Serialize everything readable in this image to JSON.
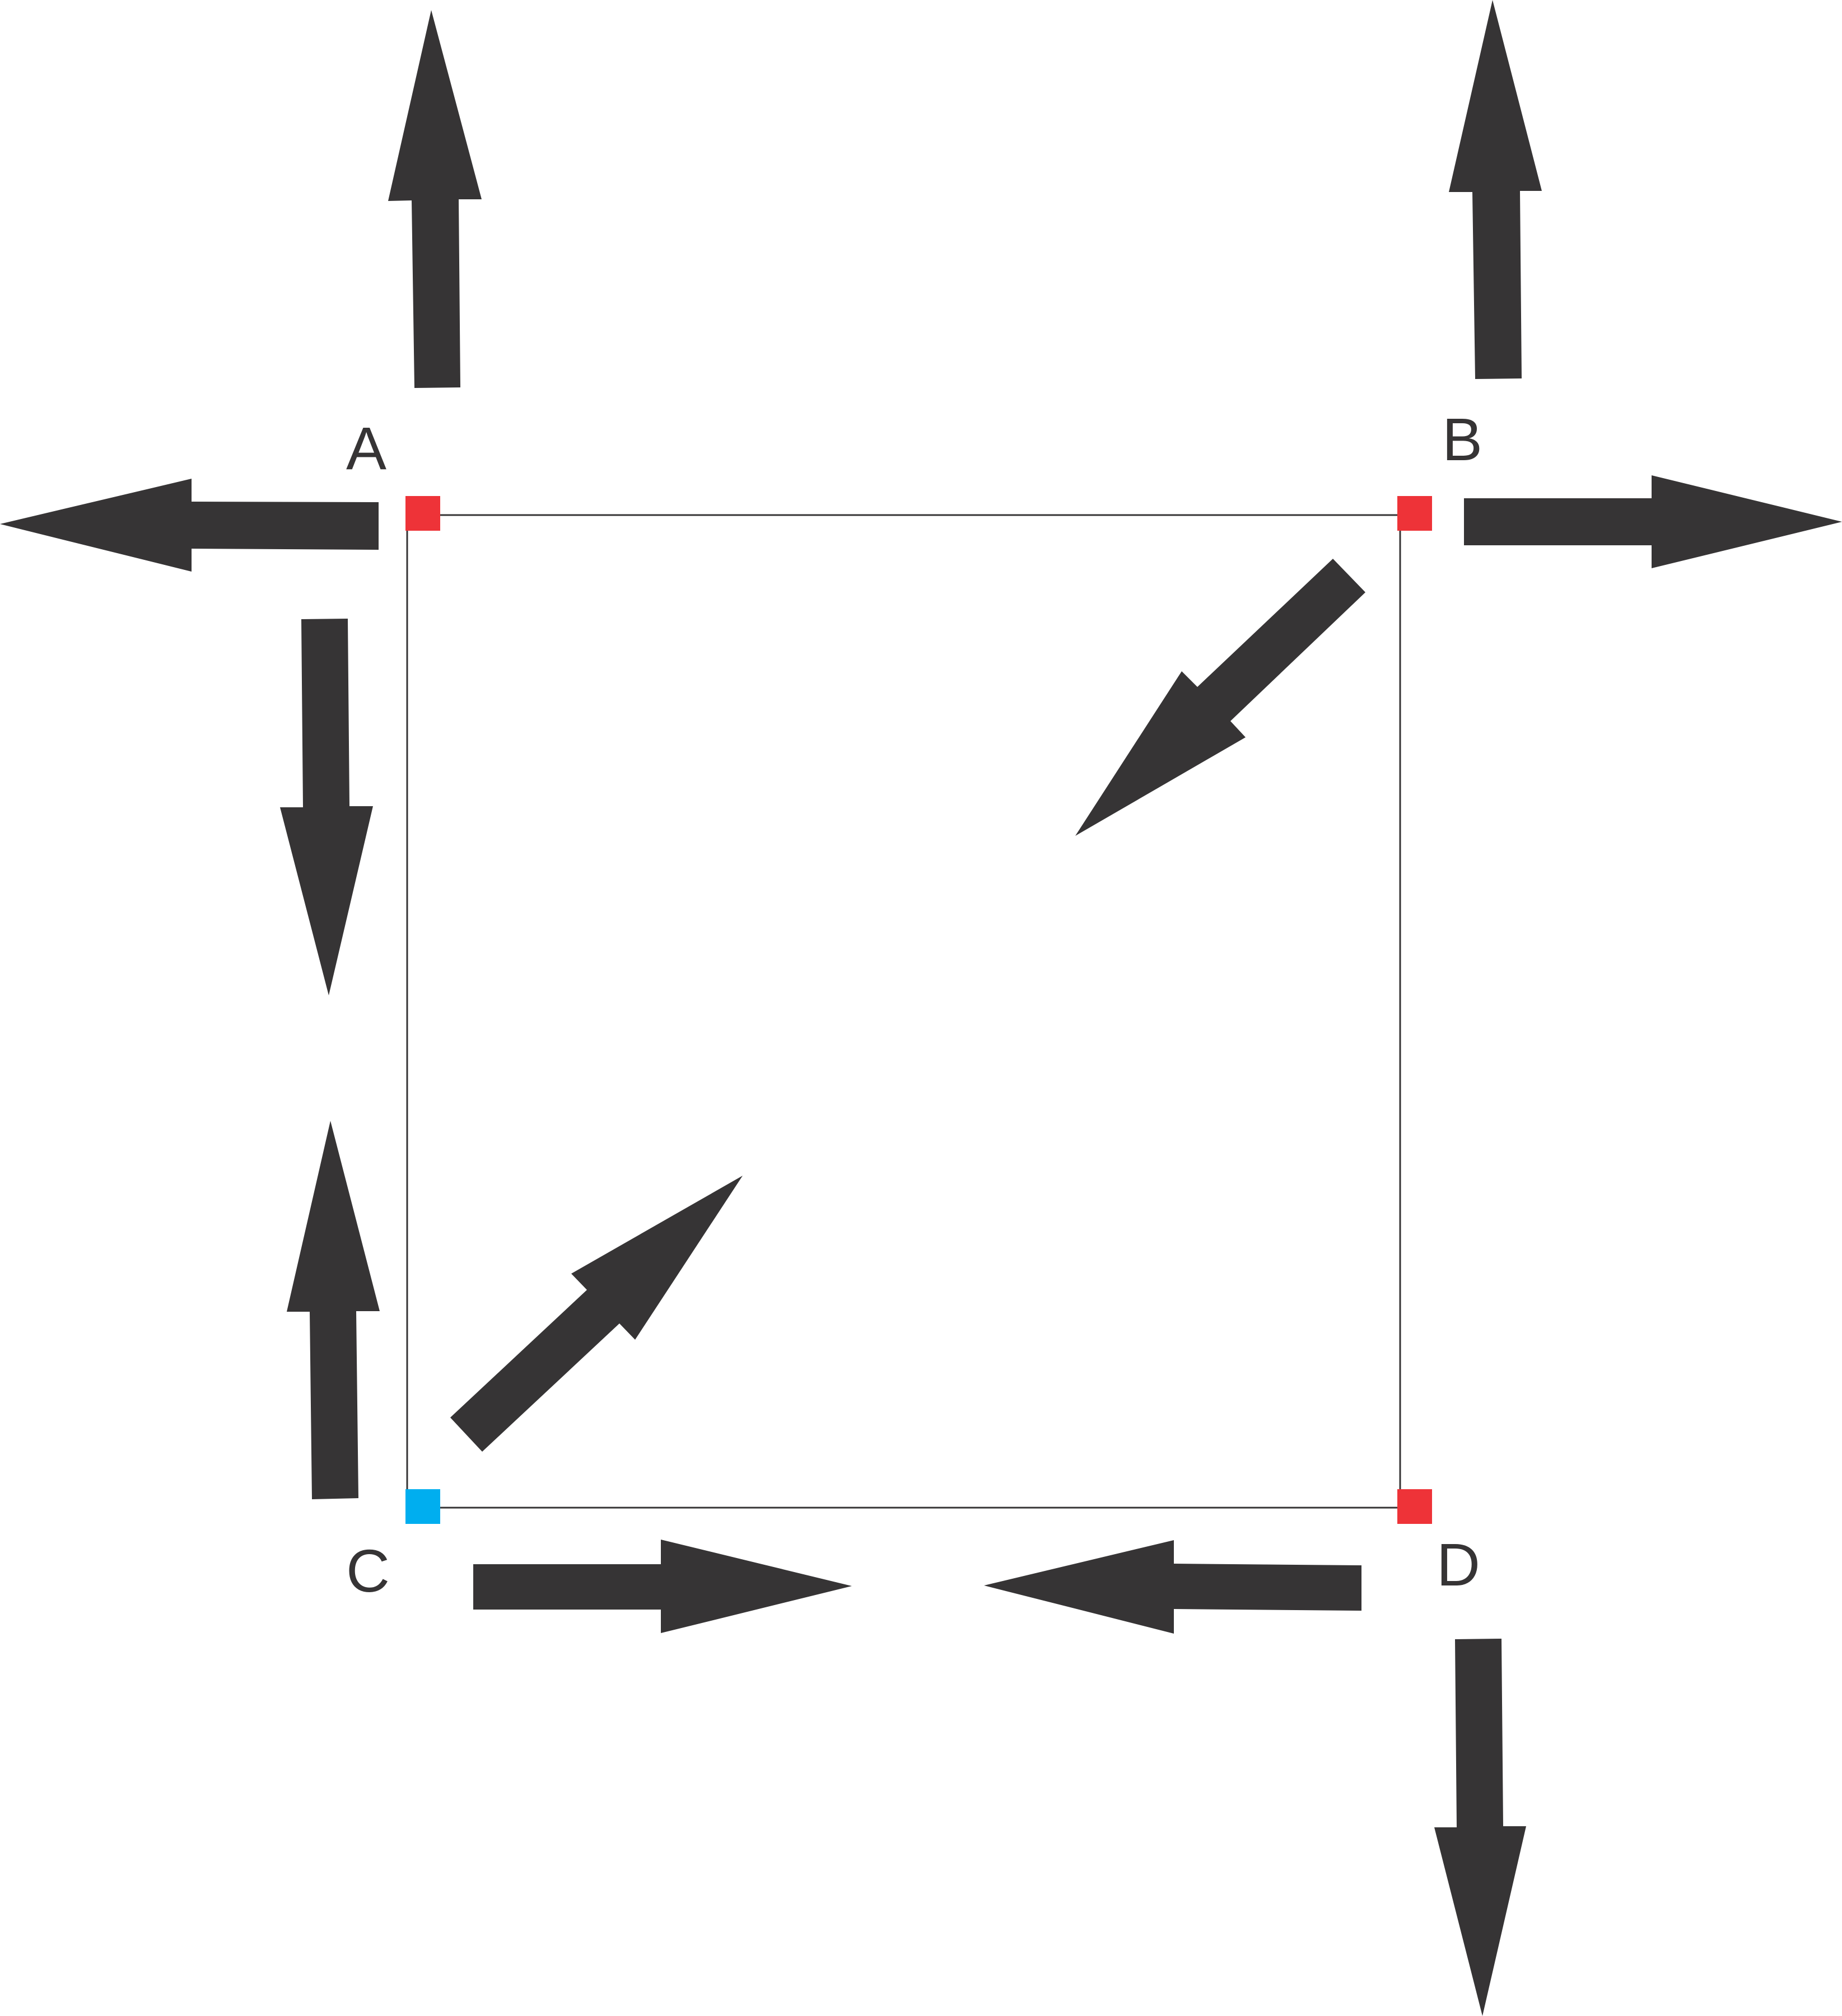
{
  "labels": {
    "a": "A",
    "b": "B",
    "c": "C",
    "d": "D"
  },
  "colors": {
    "arrow": "#363435",
    "label": "#363435",
    "square_edge": "#363435",
    "vertex_red": "#ee3338",
    "vertex_blue": "#00aeef",
    "background": "#ffffff"
  }
}
